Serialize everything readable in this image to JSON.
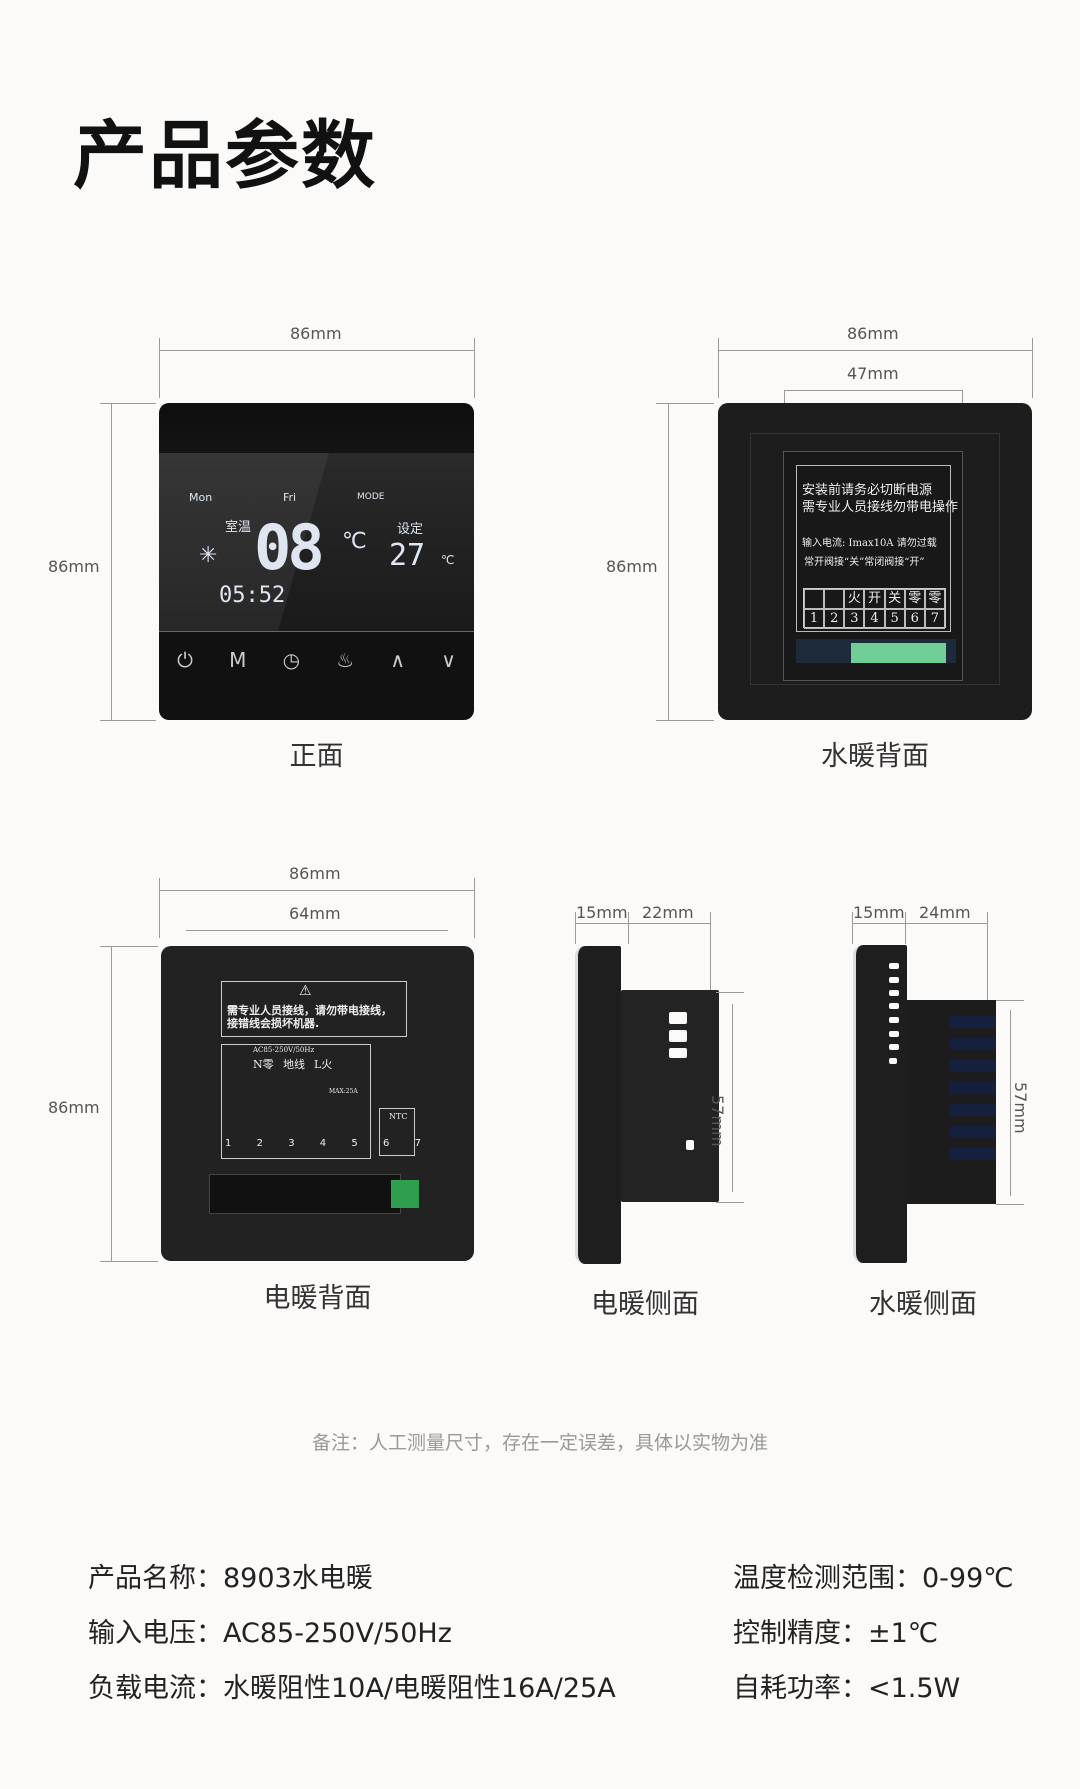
{
  "title": "产品参数",
  "front": {
    "dims": {
      "width": "86mm",
      "height": "86mm"
    },
    "lcd": {
      "day1": "Mon",
      "day2": "Fri",
      "mode": "MODE",
      "room_label": "室温",
      "room_temp": "08",
      "unit": "℃",
      "set_label": "设定",
      "set_temp": "27",
      "time": "05:52"
    },
    "buttons": [
      "⏻",
      "M",
      "◷",
      "♨",
      "∧",
      "∨"
    ],
    "caption": "正面"
  },
  "water_back": {
    "dims": {
      "width": "86mm",
      "inner": "47mm",
      "height": "86mm"
    },
    "label": {
      "line1": "安装前请务必切断电源",
      "line2": "需专业人员接线勿带电操作",
      "line3": "输入电流: Imax10A 请勿过载",
      "line4": "常开阀接“关”常闭阀接“开”"
    },
    "terminal_names": [
      "",
      "",
      "火",
      "开",
      "关",
      "零",
      "零"
    ],
    "terminal_numbers": [
      "1",
      "2",
      "3",
      "4",
      "5",
      "6",
      "7"
    ],
    "caption": "水暖背面"
  },
  "electric_back": {
    "dims": {
      "width": "86mm",
      "inner": "64mm",
      "height": "86mm"
    },
    "warning": "需专业人员接线，请勿带电接线，接错线会损坏机器.",
    "voltage": "AC85-250V/50Hz",
    "wires": [
      "N零",
      "地线",
      "L火"
    ],
    "max": "MAX:25A",
    "ntc": "NTC",
    "terminal_numbers": [
      "1",
      "2",
      "3",
      "4",
      "5",
      "6",
      "7"
    ],
    "caption": "电暖背面"
  },
  "electric_side": {
    "dims": {
      "front": "15mm",
      "body": "22mm",
      "height": "57mm"
    },
    "caption": "电暖侧面"
  },
  "water_side": {
    "dims": {
      "front": "15mm",
      "body": "24mm",
      "height": "57mm"
    },
    "caption": "水暖侧面"
  },
  "note": "备注：人工测量尺寸，存在一定误差，具体以实物为准",
  "specs": {
    "left": [
      "产品名称：8903水电暖",
      "输入电压：AC85-250V/50Hz",
      "负载电流：水暖阻性10A/电暖阻性16A/25A"
    ],
    "right": [
      "温度检测范围：0-99℃",
      "控制精度：±1℃",
      "自耗功率：<1.5W"
    ]
  }
}
